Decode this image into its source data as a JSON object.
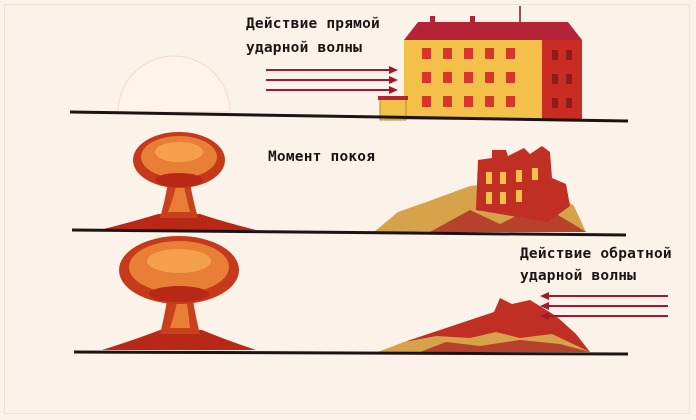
{
  "labels": {
    "direct_wave_line1": "Действие прямой",
    "direct_wave_line2": "ударной волны",
    "rest_moment": "Момент покоя",
    "reverse_wave_line1": "Действие обратной",
    "reverse_wave_line2": "ударной волны"
  },
  "colors": {
    "background": "#fbf3ea",
    "ground": "#1c1414",
    "arrow": "#a3192c",
    "building_front": "#f3c04a",
    "building_side": "#c82c22",
    "roof": "#b52336",
    "window": "#d8362a",
    "fireball": "#fff3ea",
    "mushroom_orange": "#e97e36",
    "mushroom_red": "#b92717",
    "rubble": "#d6a24a"
  }
}
